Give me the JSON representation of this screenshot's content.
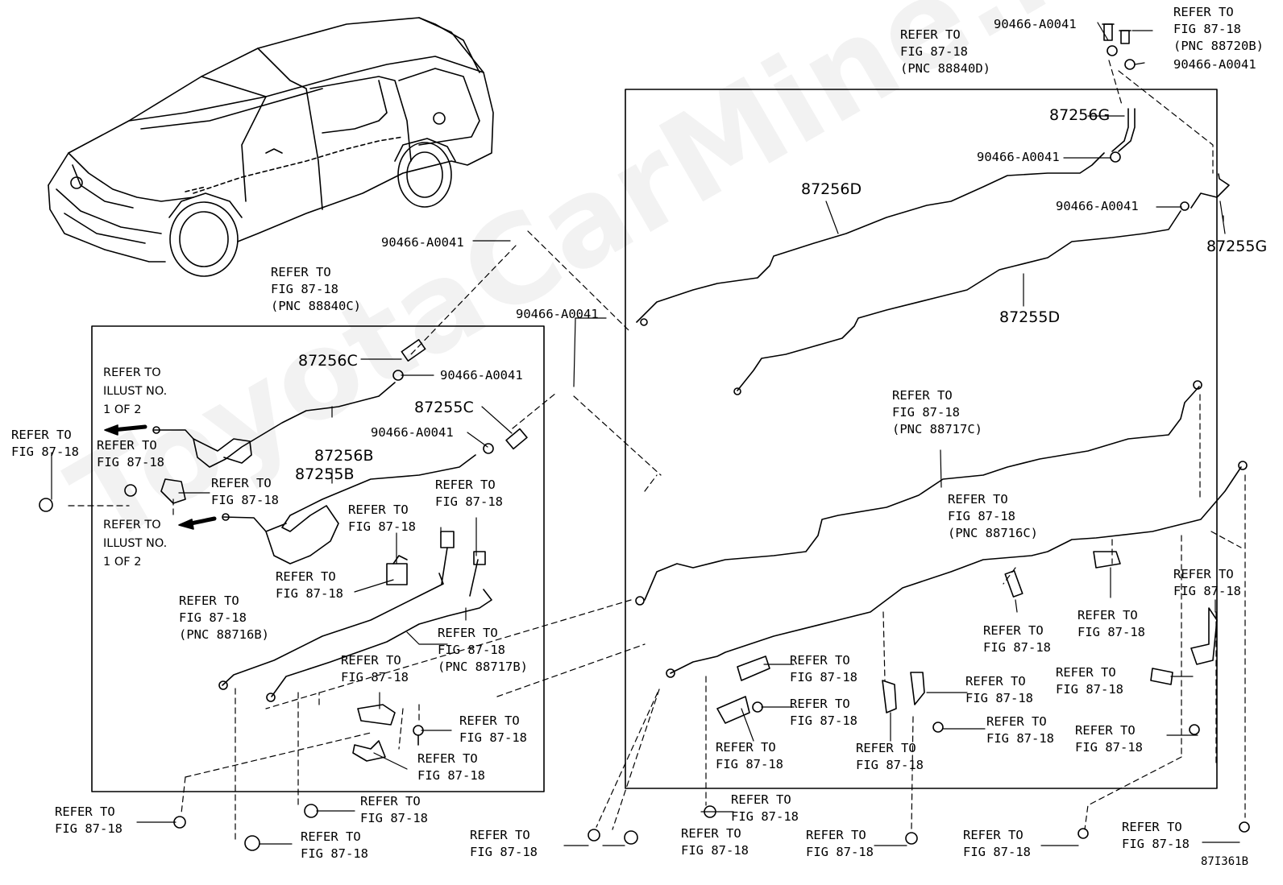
{
  "watermark": "ToyotaCarMine.ru",
  "figure_id": "87I361B",
  "part_numbers": {
    "p87256G": "87256G",
    "p87256D": "87256D",
    "p87255G": "87255G",
    "p87255D": "87255D",
    "p87256C": "87256C",
    "p87256B": "87256B",
    "p87255C": "87255C",
    "p87255B": "87255B"
  },
  "labels": {
    "clip": "90466-A0041",
    "refer_fig": "REFER TO\nFIG 87-18",
    "refer_88840D": "REFER TO\nFIG 87-18\n(PNC 88840D)",
    "refer_88720B": "REFER TO\nFIG 87-18\n(PNC 88720B)",
    "refer_88840C": "REFER TO\nFIG 87-18\n(PNC 88840C)",
    "refer_88717C": "REFER TO\nFIG 87-18\n(PNC 88717C)",
    "refer_88716C": "REFER TO\nFIG 87-18\n(PNC 88716C)",
    "refer_88716B": "REFER TO\nFIG 87-18\n(PNC 88716B)",
    "refer_88717B": "REFER TO\nFIG 87-18\n(PNC 88717B)",
    "refer_illust": "REFER TO\nILLUST NO.\n1 OF 2"
  }
}
